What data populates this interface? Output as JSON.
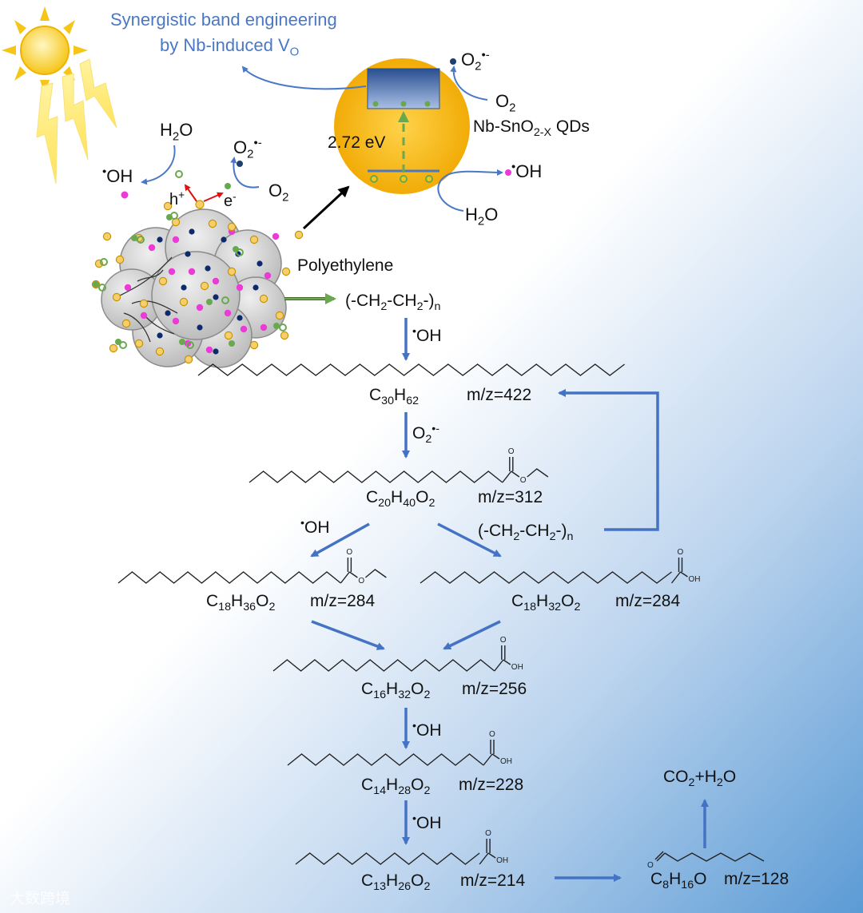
{
  "title": {
    "line1": "Synergistic band engineering",
    "line2": "by Nb-induced V",
    "line2_sub": "O"
  },
  "qd": {
    "label_main": "Nb-SnO",
    "label_sub": "2-X",
    "label_tail": " QDs",
    "band_gap": "2.72 eV"
  },
  "species": {
    "o2_radical": "O",
    "o2_radical_sub": "2",
    "o2_radical_sup": "•-",
    "o2": "O",
    "o2_sub": "2",
    "oh_radical_dot": "•",
    "oh_radical": "OH",
    "h2o_a": "H",
    "h2o_sub": "2",
    "h2o_b": "O",
    "hole": "h",
    "hole_sup": "+",
    "electron": "e",
    "electron_sup": "-"
  },
  "polymer": {
    "name": "Polyethylene",
    "formula_a": "(-CH",
    "formula_sub1": "2",
    "formula_b": "-CH",
    "formula_sub2": "2",
    "formula_c": "-)",
    "formula_n": "n"
  },
  "steps": [
    {
      "formula": "C30H62",
      "mz": "m/z=422"
    },
    {
      "formula": "C20H40O2",
      "mz": "m/z=312"
    },
    {
      "formula": "C18H36O2",
      "mz": "m/z=284"
    },
    {
      "formula": "C18H32O2",
      "mz": "m/z=284"
    },
    {
      "formula": "C16H32O2",
      "mz": "m/z=256"
    },
    {
      "formula": "C14H28O2",
      "mz": "m/z=228"
    },
    {
      "formula": "C13H26O2",
      "mz": "m/z=214"
    },
    {
      "formula": "C8H16O",
      "mz": "m/z=128"
    }
  ],
  "reagents": {
    "oh": "•OH",
    "o2r": "O2•-",
    "pe": "(-CH2-CH2-)n"
  },
  "final_product": "CO2+H2O",
  "atoms": {
    "o": "O",
    "oh": "OH"
  },
  "watermark": "大数跨境"
}
